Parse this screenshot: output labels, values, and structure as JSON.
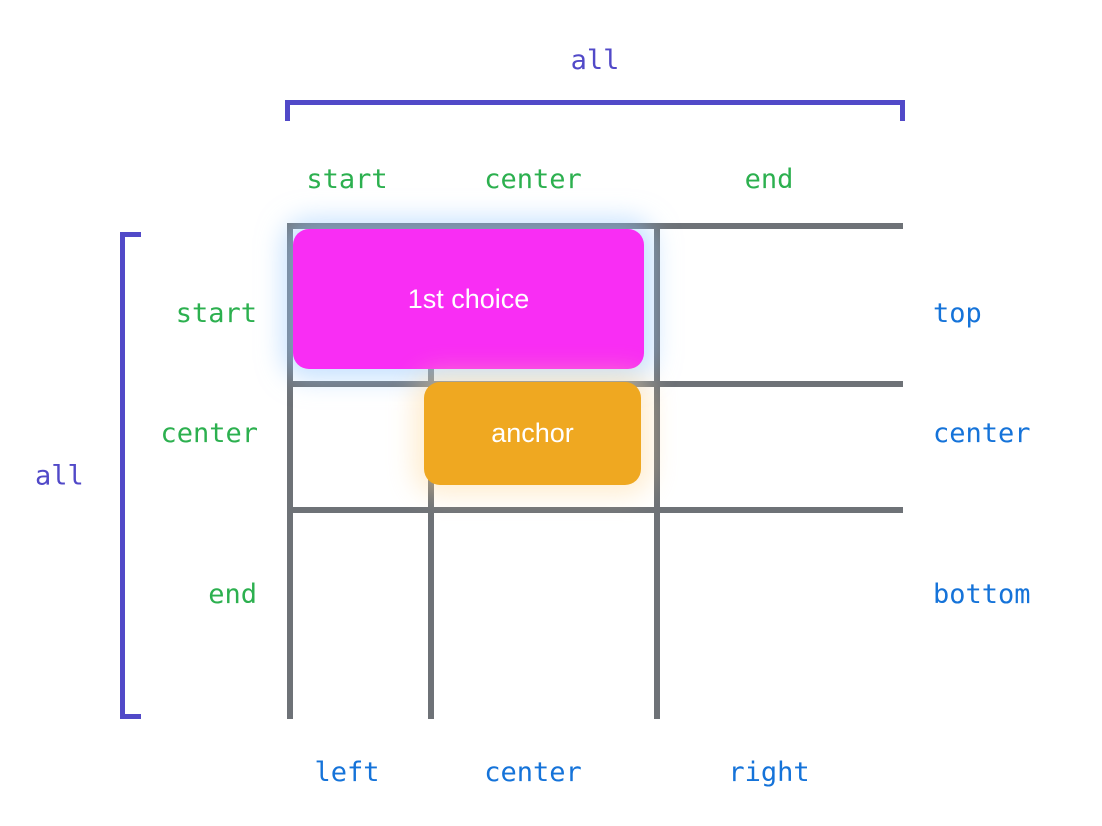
{
  "diagram": {
    "title_axis_top": "all",
    "title_axis_left": "all",
    "top_labels": [
      "start",
      "center",
      "end"
    ],
    "left_labels": [
      "start",
      "center",
      "end"
    ],
    "right_labels": [
      "top",
      "center",
      "bottom"
    ],
    "bottom_labels": [
      "left",
      "center",
      "right"
    ],
    "boxes": {
      "choice": "1st choice",
      "anchor": "anchor"
    },
    "colors": {
      "green": "#2cb04f",
      "blue": "#1573d9",
      "purple": "#5149c8",
      "grid_line": "#6e7277",
      "choice_fill": "#f92df4",
      "anchor_fill": "#efa821",
      "cell_fill": "#ffffff",
      "page_background": "#ffffff"
    }
  }
}
